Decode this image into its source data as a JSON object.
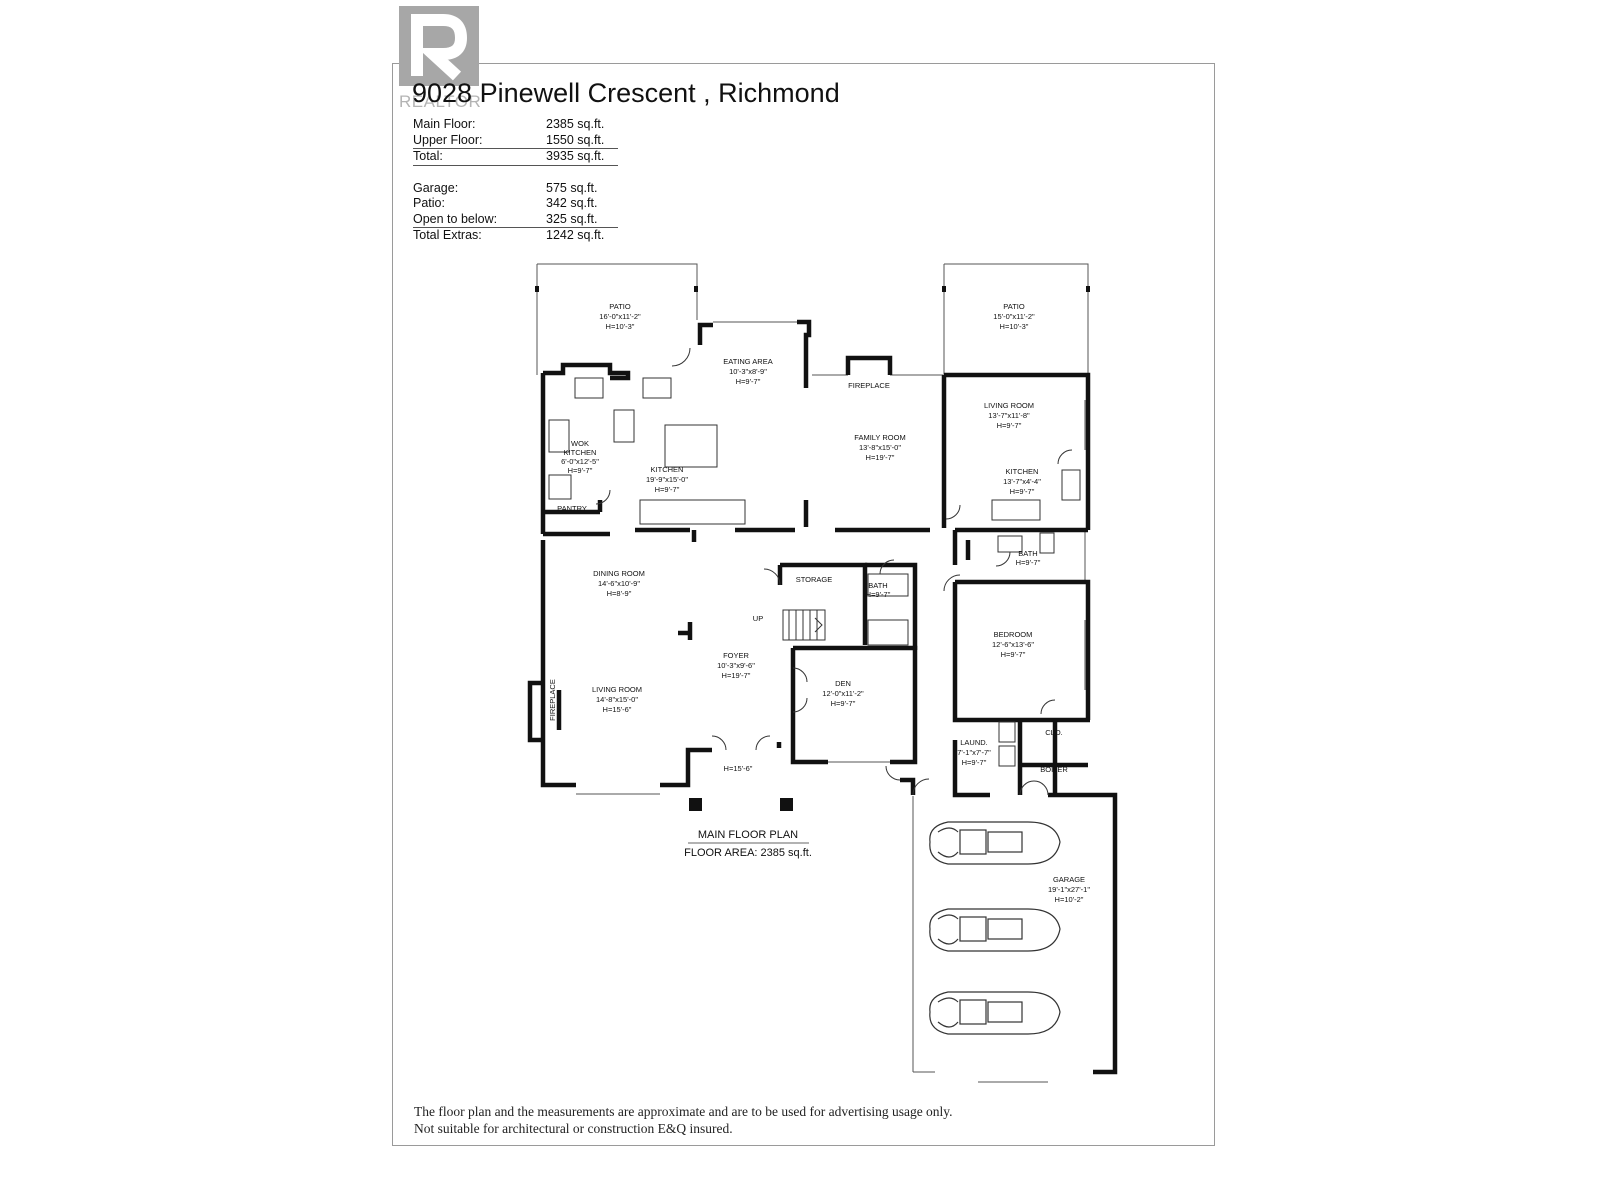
{
  "logo": {
    "name": "realtor-logo",
    "text": "REALTOR"
  },
  "title": "9028 Pinewell Crescent , Richmond",
  "areas": {
    "main": [
      {
        "label": "Main Floor:",
        "value": "2385 sq.ft."
      },
      {
        "label": "Upper Floor:",
        "value": "1550 sq.ft."
      },
      {
        "label": "Total:",
        "value": "3935 sq.ft."
      }
    ],
    "extras": [
      {
        "label": "Garage:",
        "value": "575 sq.ft."
      },
      {
        "label": "Patio:",
        "value": "342 sq.ft."
      },
      {
        "label": "Open to below:",
        "value": "325 sq.ft."
      },
      {
        "label": "Total Extras:",
        "value": "1242 sq.ft."
      }
    ]
  },
  "rooms": {
    "patio_left": {
      "name": "PATIO",
      "dims": "16'-0\"x11'-2\"",
      "height": "H=10'-3\""
    },
    "patio_right": {
      "name": "PATIO",
      "dims": "15'-0\"x11'-2\"",
      "height": "H=10'-3\""
    },
    "eating": {
      "name": "EATING AREA",
      "dims": "10'-3\"x8'-9\"",
      "height": "H=9'-7\""
    },
    "fireplace_top": {
      "name": "FIREPLACE"
    },
    "family": {
      "name": "FAMILY ROOM",
      "dims": "13'-8\"x15'-0\"",
      "height": "H=19'-7\""
    },
    "living_suite": {
      "name": "LIVING ROOM",
      "dims": "13'-7\"x11'-8\"",
      "height": "H=9'-7\""
    },
    "kitchen_suite": {
      "name": "KITCHEN",
      "dims": "13'-7\"x4'-4\"",
      "height": "H=9'-7\""
    },
    "wok": {
      "name1": "WOK",
      "name2": "KITCHEN",
      "dims": "6'-0\"x12'-5\"",
      "height": "H=9'-7\""
    },
    "kitchen": {
      "name": "KITCHEN",
      "dims": "19'-9\"x15'-0\"",
      "height": "H=9'-7\""
    },
    "pantry": {
      "name": "PANTRY"
    },
    "bath_suite": {
      "name": "BATH",
      "height": "H=9'-7\""
    },
    "dining": {
      "name": "DINING ROOM",
      "dims": "14'-6\"x10'-9\"",
      "height": "H=8'-9\""
    },
    "storage": {
      "name": "STORAGE"
    },
    "bath_main": {
      "name": "BATH",
      "height": "H=9'-7\""
    },
    "up": {
      "name": "UP"
    },
    "bedroom": {
      "name": "BEDROOM",
      "dims": "12'-6\"x13'-6\"",
      "height": "H=9'-7\""
    },
    "foyer": {
      "name": "FOYER",
      "dims": "10'-3\"x9'-6\"",
      "height": "H=19'-7\""
    },
    "den": {
      "name": "DEN",
      "dims": "12'-0\"x11'-2\"",
      "height": "H=9'-7\""
    },
    "living": {
      "name": "LIVING ROOM",
      "dims": "14'-8\"x15'-0\"",
      "height": "H=15'-6\""
    },
    "fireplace_side": {
      "name": "FIREPLACE"
    },
    "clo": {
      "name": "CLO."
    },
    "laundry": {
      "name": "LAUND.",
      "dims": "7'-1\"x7'-7\"",
      "height": "H=9'-7\""
    },
    "boiler": {
      "name": "BOILER"
    },
    "porch": {
      "height": "H=15'-6\""
    },
    "garage": {
      "name": "GARAGE",
      "dims": "19'-1\"x27'-1\"",
      "height": "H=10'-2\""
    }
  },
  "plan_caption": {
    "line1": "MAIN FLOOR PLAN",
    "line2": "FLOOR AREA: 2385 sq.ft."
  },
  "disclaimer": {
    "line1": "The floor plan and the measurements are approximate and are to be used for advertising usage only.",
    "line2": "Not suitable for architectural or construction E&Q insured."
  }
}
